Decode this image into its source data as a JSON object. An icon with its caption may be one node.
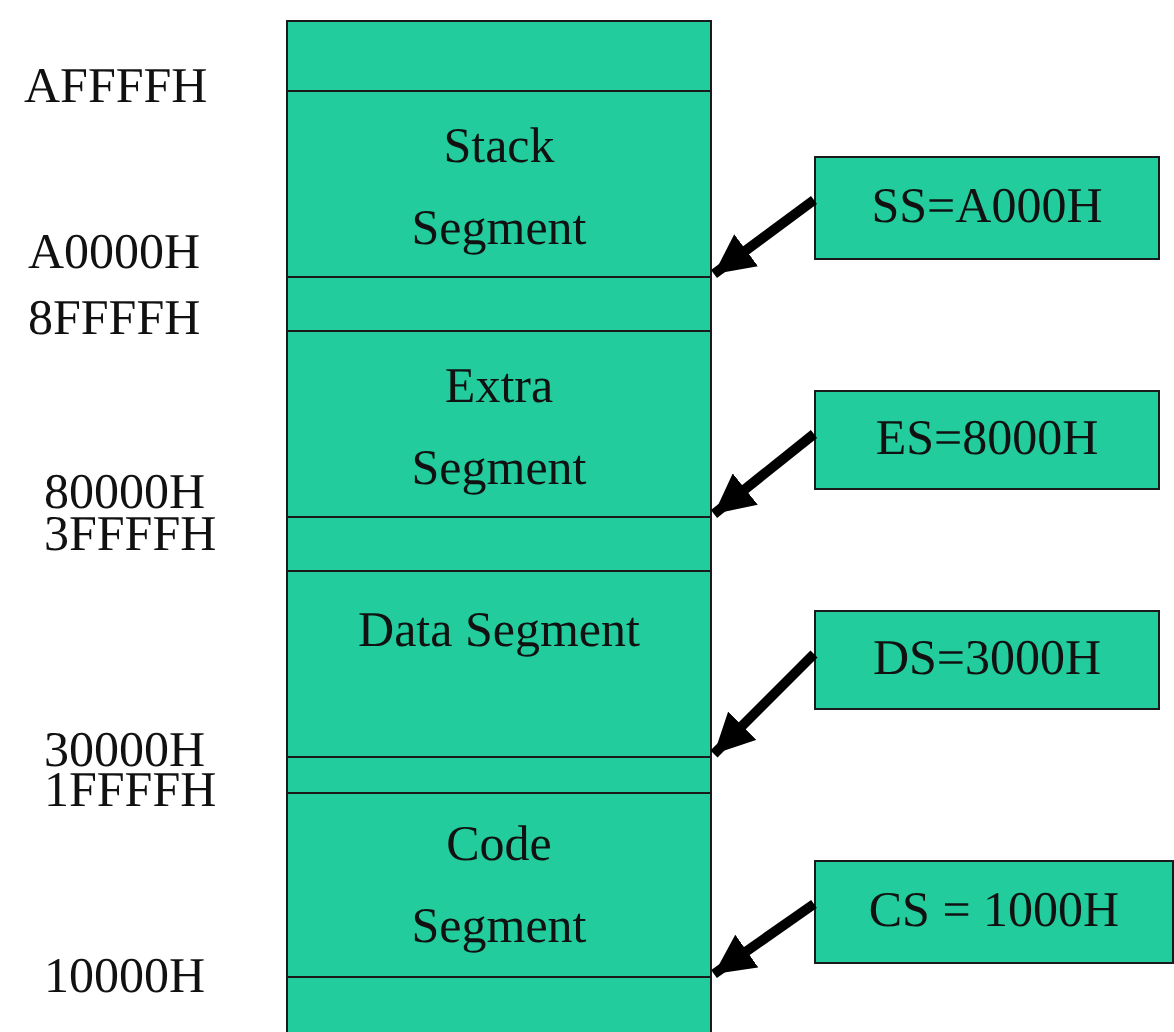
{
  "diagram": {
    "nodes": [
      {
        "text": [],
        "shape": "box"
      },
      {
        "text": [
          "Stack Segment"
        ]
      },
      {
        "text": [],
        "shape": "box"
      },
      {
        "text": [
          "Extra Segment"
        ]
      },
      {
        "text": [],
        "shape": "box"
      },
      {
        "text": [
          "Data Segment"
        ]
      },
      {
        "text": [],
        "shape": "box"
      },
      {
        "text": [
          "Code Segment"
        ]
      },
      {
        "text": [],
        "shape": "box"
      },
      {
        "text": [
          "SS=A000H"
        ]
      },
      {
        "text": [
          "ES=8000H"
        ]
      },
      {
        "text": [
          "DS=3000H"
        ]
      },
      {
        "text": [
          "CS = 1000H"
        ]
      }
    ],
    "edges": [
      {
        "from": 9,
        "to": 1,
        "arrow": "to"
      },
      {
        "from": 10,
        "to": 3,
        "arrow": "to"
      },
      {
        "from": 11,
        "to": 5,
        "arrow": "to"
      },
      {
        "from": 12,
        "to": 7,
        "arrow": "to"
      }
    ],
    "labels": [
      "AFFFFH",
      "A0000H",
      "8FFFFH",
      "80000H",
      "3FFFFH",
      "30000H",
      "1FFFFH",
      "10000H"
    ]
  }
}
